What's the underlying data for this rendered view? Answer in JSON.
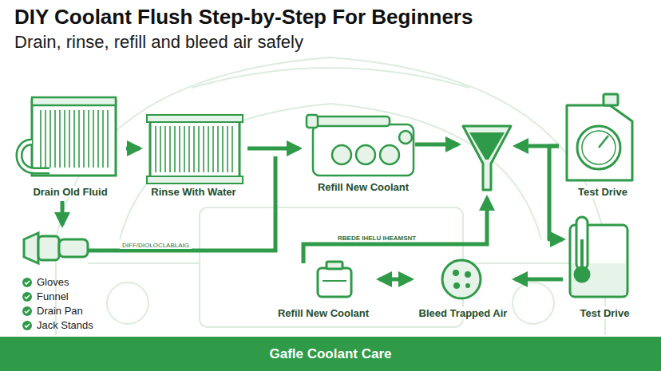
{
  "diagram": {
    "title": "DIY Coolant Flush Step-by-Step For Beginners",
    "caption": "Gafle Coolant Care",
    "nodes": [
      {
        "text": [
          "Drain Old Fluid"
        ]
      },
      {
        "text": [
          "Rinse With Water"
        ]
      },
      {
        "text": [
          "Refill New Coolant"
        ]
      },
      {
        "text": [
          "Test Drive"
        ]
      },
      {
        "text": [
          "Refill New Coolant"
        ]
      },
      {
        "text": [
          "Bleed Trapped Air"
        ]
      },
      {
        "text": [
          "Test Drive"
        ]
      }
    ],
    "edges": [
      {
        "from": 0,
        "to": 1,
        "arrow": "to"
      },
      {
        "from": 1,
        "to": 2,
        "arrow": "to"
      },
      {
        "from": 4,
        "to": 5,
        "arrow": "both"
      },
      {
        "from": 6,
        "to": 5,
        "arrow": "to"
      },
      {
        "from": 3,
        "to": 6,
        "arrow": "to"
      }
    ],
    "labels": [
      "Drain, rinse, refill and bleed air safely",
      "Gloves",
      "Funnel",
      "Drain Pan",
      "Jack Stands",
      "DIFF/DIOLOCLABLAIG",
      "RBEDE IHELU IHEAMSNT"
    ]
  }
}
